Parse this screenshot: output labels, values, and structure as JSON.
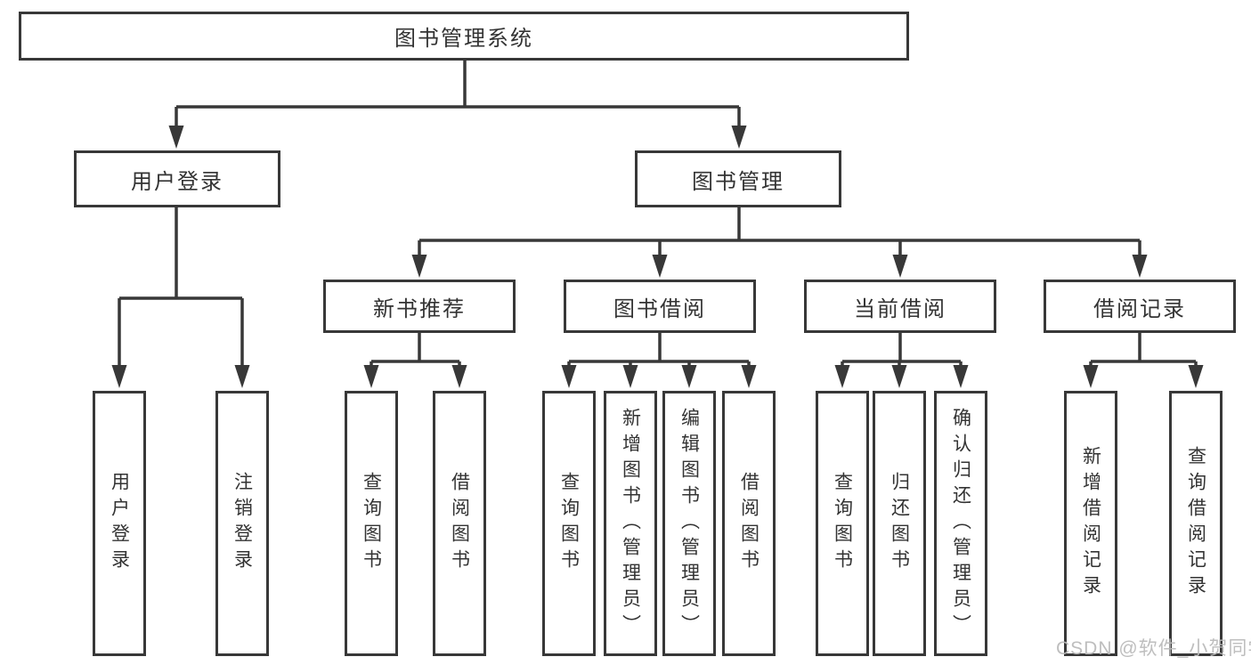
{
  "title": "图书管理系统",
  "tree": {
    "root": {
      "label": "图书管理系统"
    },
    "user_branch": {
      "label": "用户登录",
      "children": [
        {
          "label": "用户登录"
        },
        {
          "label": "注销登录"
        }
      ]
    },
    "book_branch": {
      "label": "图书管理",
      "sections": [
        {
          "label": "新书推荐",
          "children": [
            {
              "label": "查询图书"
            },
            {
              "label": "借阅图书"
            }
          ]
        },
        {
          "label": "图书借阅",
          "children": [
            {
              "label": "查询图书"
            },
            {
              "label": "新增图书（管理员）"
            },
            {
              "label": "编辑图书（管理员）"
            },
            {
              "label": "借阅图书"
            }
          ]
        },
        {
          "label": "当前借阅",
          "children": [
            {
              "label": "查询图书"
            },
            {
              "label": "归还图书"
            },
            {
              "label": "确认归还（管理员）"
            }
          ]
        },
        {
          "label": "借阅记录",
          "children": [
            {
              "label": "新增借阅记录"
            },
            {
              "label": "查询借阅记录"
            }
          ]
        }
      ]
    }
  },
  "watermark": {
    "text": "CSDN @软件_小贺同学"
  },
  "colors": {
    "line": "#383838",
    "text": "#333333",
    "watermark": "#bbbbbb",
    "background": "#ffffff"
  }
}
